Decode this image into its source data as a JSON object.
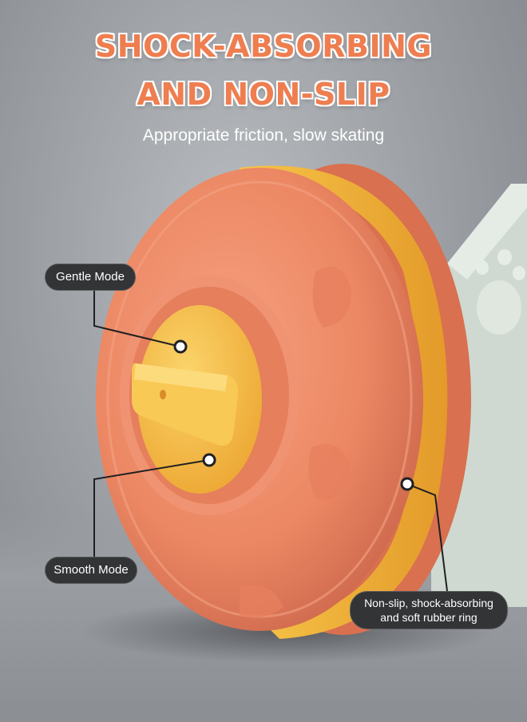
{
  "headline": {
    "line1": "SHOCK-ABSORBING",
    "line2": "AND NON-SLIP"
  },
  "subtitle": "Appropriate friction, slow skating",
  "callouts": {
    "gentle_mode": "Gentle Mode",
    "smooth_mode": "Smooth Mode",
    "ring_line1": "Non-slip, shock-absorbing",
    "ring_line2": "and soft rubber ring"
  },
  "colors": {
    "headline": "#ee7e50",
    "wheel": "#ef8a6a",
    "ring": "#f5b83a",
    "hub": "#f7c24a",
    "label_bg": "#333436"
  }
}
